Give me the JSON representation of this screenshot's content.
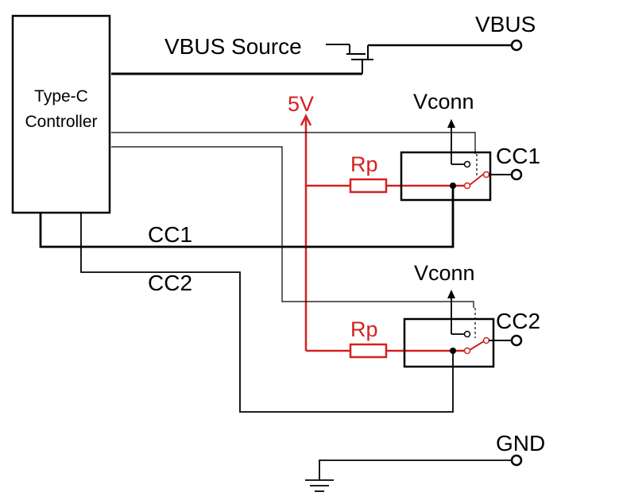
{
  "colors": {
    "wire": "#000000",
    "power": "#d42020",
    "background": "#ffffff"
  },
  "labels": {
    "controller_line1": "Type-C",
    "controller_line2": "Controller",
    "vbus_source": "VBUS Source",
    "vbus": "VBUS",
    "supply": "5V",
    "vconn_top": "Vconn",
    "vconn_bottom": "Vconn",
    "rp_top": "Rp",
    "rp_bottom": "Rp",
    "cc1_terminal": "CC1",
    "cc2_terminal": "CC2",
    "cc1_bus": "CC1",
    "cc2_bus": "CC2",
    "gnd": "GND"
  },
  "icons": {
    "pfet": "vbus-mosfet-icon",
    "switch": "spdt-switch-icon",
    "ground": "ground-icon",
    "resistor": "resistor-icon"
  }
}
